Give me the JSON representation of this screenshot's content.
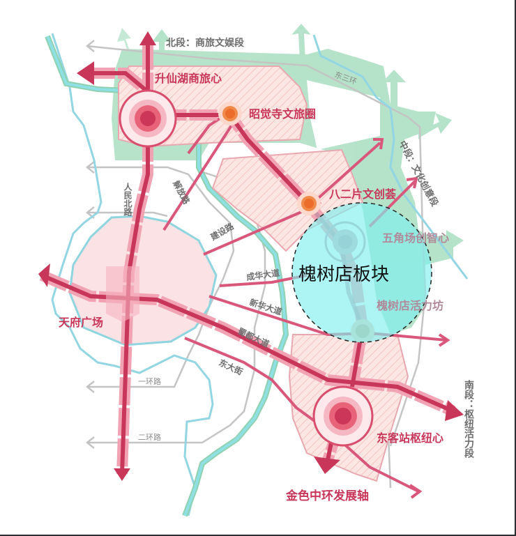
{
  "map": {
    "title": "槐树店板块",
    "segments": {
      "north": "北段：商旅文娱段",
      "middle": "中段：文化创意段",
      "south": "南段：枢纽活力段"
    },
    "nodes": {
      "shengxianhu": "升仙湖商旅心",
      "zhaojuesi": "昭觉寺文旅圈",
      "bairpian": "八二片文创荟",
      "wujiaochang": "五角场创智心",
      "huaishudian": "槐树店活力坊",
      "dongkezhan": "东客站枢纽心",
      "tianfu": "天府广场"
    },
    "axis_label": "金色中环发展轴",
    "roads": {
      "renminbei": "人民北路",
      "jiefang": "解放路",
      "jianshe": "建设路",
      "chenghua": "成华大道",
      "xinhua": "新华大道",
      "shudu": "蜀都大道",
      "dongdajie": "东大街",
      "yihuan": "一环路",
      "erhuan": "二环路",
      "dongsanhuan": "东三环"
    },
    "colors": {
      "axis_dark": "#c8375a",
      "axis_light": "#f2a3b3",
      "zone_fill": "#fbe3e3",
      "green_belt": "#a8dcc0",
      "river": "#8dd3e0",
      "ring_road": "#c4c4c4",
      "highlight": "#7fefef",
      "orange_node": "#f07a35"
    }
  }
}
